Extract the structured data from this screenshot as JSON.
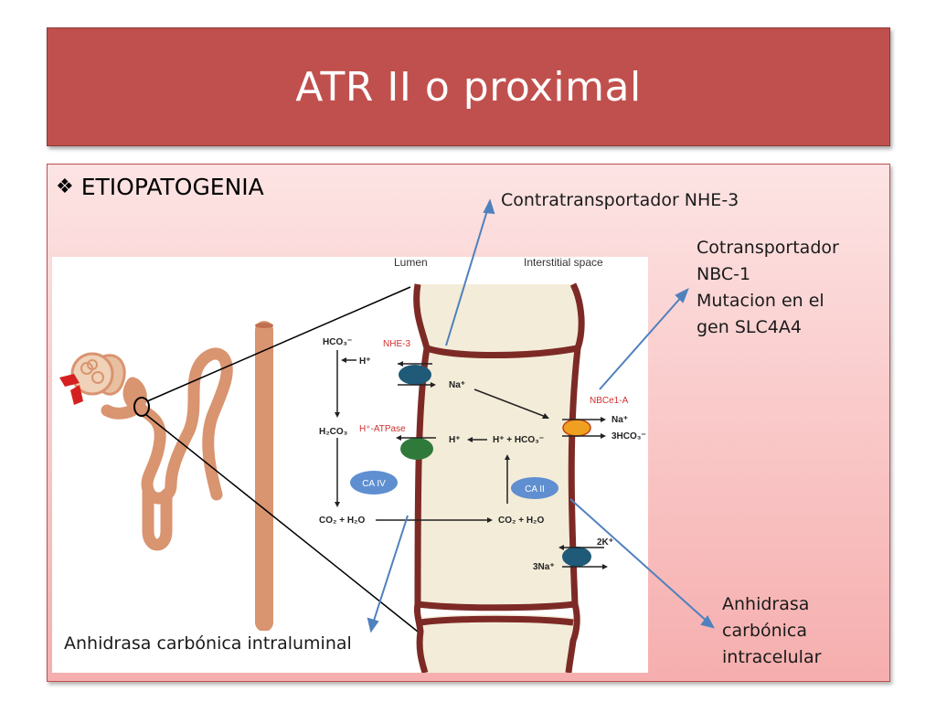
{
  "slide": {
    "title": "ATR II o proximal",
    "bullet": "ETIOPATOGENIA"
  },
  "annotations": {
    "nhe3": "Contratransportador NHE-3",
    "nbc1_line1": "Cotransportador",
    "nbc1_line2": "NBC-1",
    "nbc1_line3": "Mutacion en el",
    "nbc1_line4": "gen  SLC4A4",
    "ca_intra_line1": "Anhidrasa",
    "ca_intra_line2": "carbónica",
    "ca_intra_line3": "intracelular",
    "ca_lumen": "Anhidrasa carbónica intraluminal"
  },
  "diagram": {
    "lumen": "Lumen",
    "interstitial": "Interstitial space",
    "hco3_top": "HCO₃⁻",
    "h_left": "H⁺",
    "nhe3": "NHE-3",
    "na_cell": "Na⁺",
    "h2co3": "H₂CO₃",
    "h_atpase": "H⁺-ATPase",
    "h_cell": "H⁺",
    "h_hco3": "H⁺ + HCO₃⁻",
    "nbce1a": "NBCe1-A",
    "na_out": "Na⁺",
    "hco3_out": "3HCO₃⁻",
    "ca_iv": "CA IV",
    "ca_ii": "CA II",
    "co2_h2o_lumen": "CO₂ + H₂O",
    "co2_h2o_cell": "CO₂ + H₂O",
    "k2": "2K⁺",
    "na3": "3Na⁺"
  },
  "colors": {
    "title_bg": "#c0504d",
    "membrane": "#7d2a26",
    "cell_fill": "#f3ecd8",
    "nephron": "#d99470",
    "transporter_blue": "#1f5a78",
    "atpase_green": "#2f7a3a",
    "nbc_orange": "#f0a020",
    "enzyme_blue": "#5f8fd0",
    "arrow_blue": "#4f81bd"
  }
}
